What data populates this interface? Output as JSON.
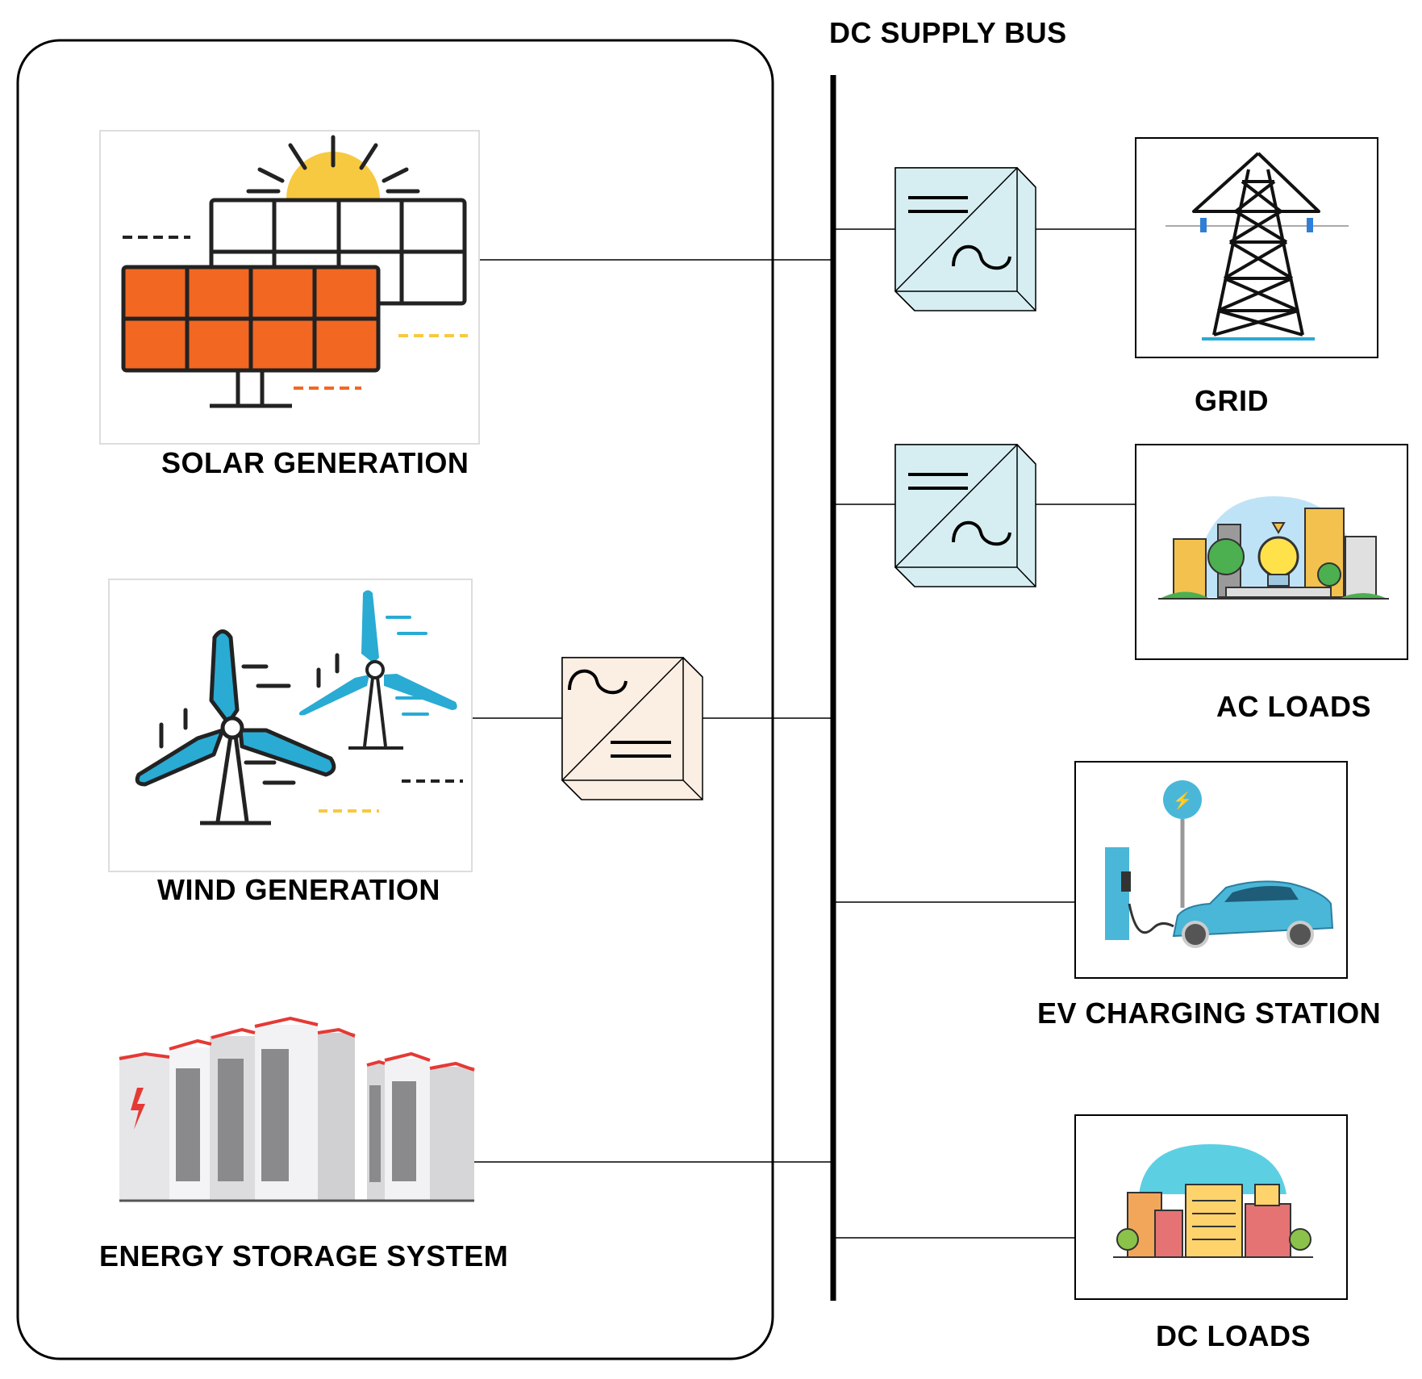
{
  "bus": {
    "label": "DC SUPPLY BUS"
  },
  "sources": {
    "solar": {
      "label": "SOLAR GENERATION"
    },
    "wind": {
      "label": "WIND GENERATION"
    },
    "storage": {
      "label": "ENERGY STORAGE SYSTEM"
    }
  },
  "loads": {
    "grid": {
      "label": "GRID"
    },
    "ac_loads": {
      "label": "AC LOADS"
    },
    "ev": {
      "label": "EV CHARGING STATION"
    },
    "dc_loads": {
      "label": "DC LOADS"
    }
  },
  "colors": {
    "solar_panel": "#f26722",
    "sun": "#f7c940",
    "turbine_blue": "#29abd4",
    "converter_dcac": "#d6eef2",
    "converter_acdc": "#fbeee3",
    "battery_red": "#e53935",
    "outline": "#000000"
  }
}
